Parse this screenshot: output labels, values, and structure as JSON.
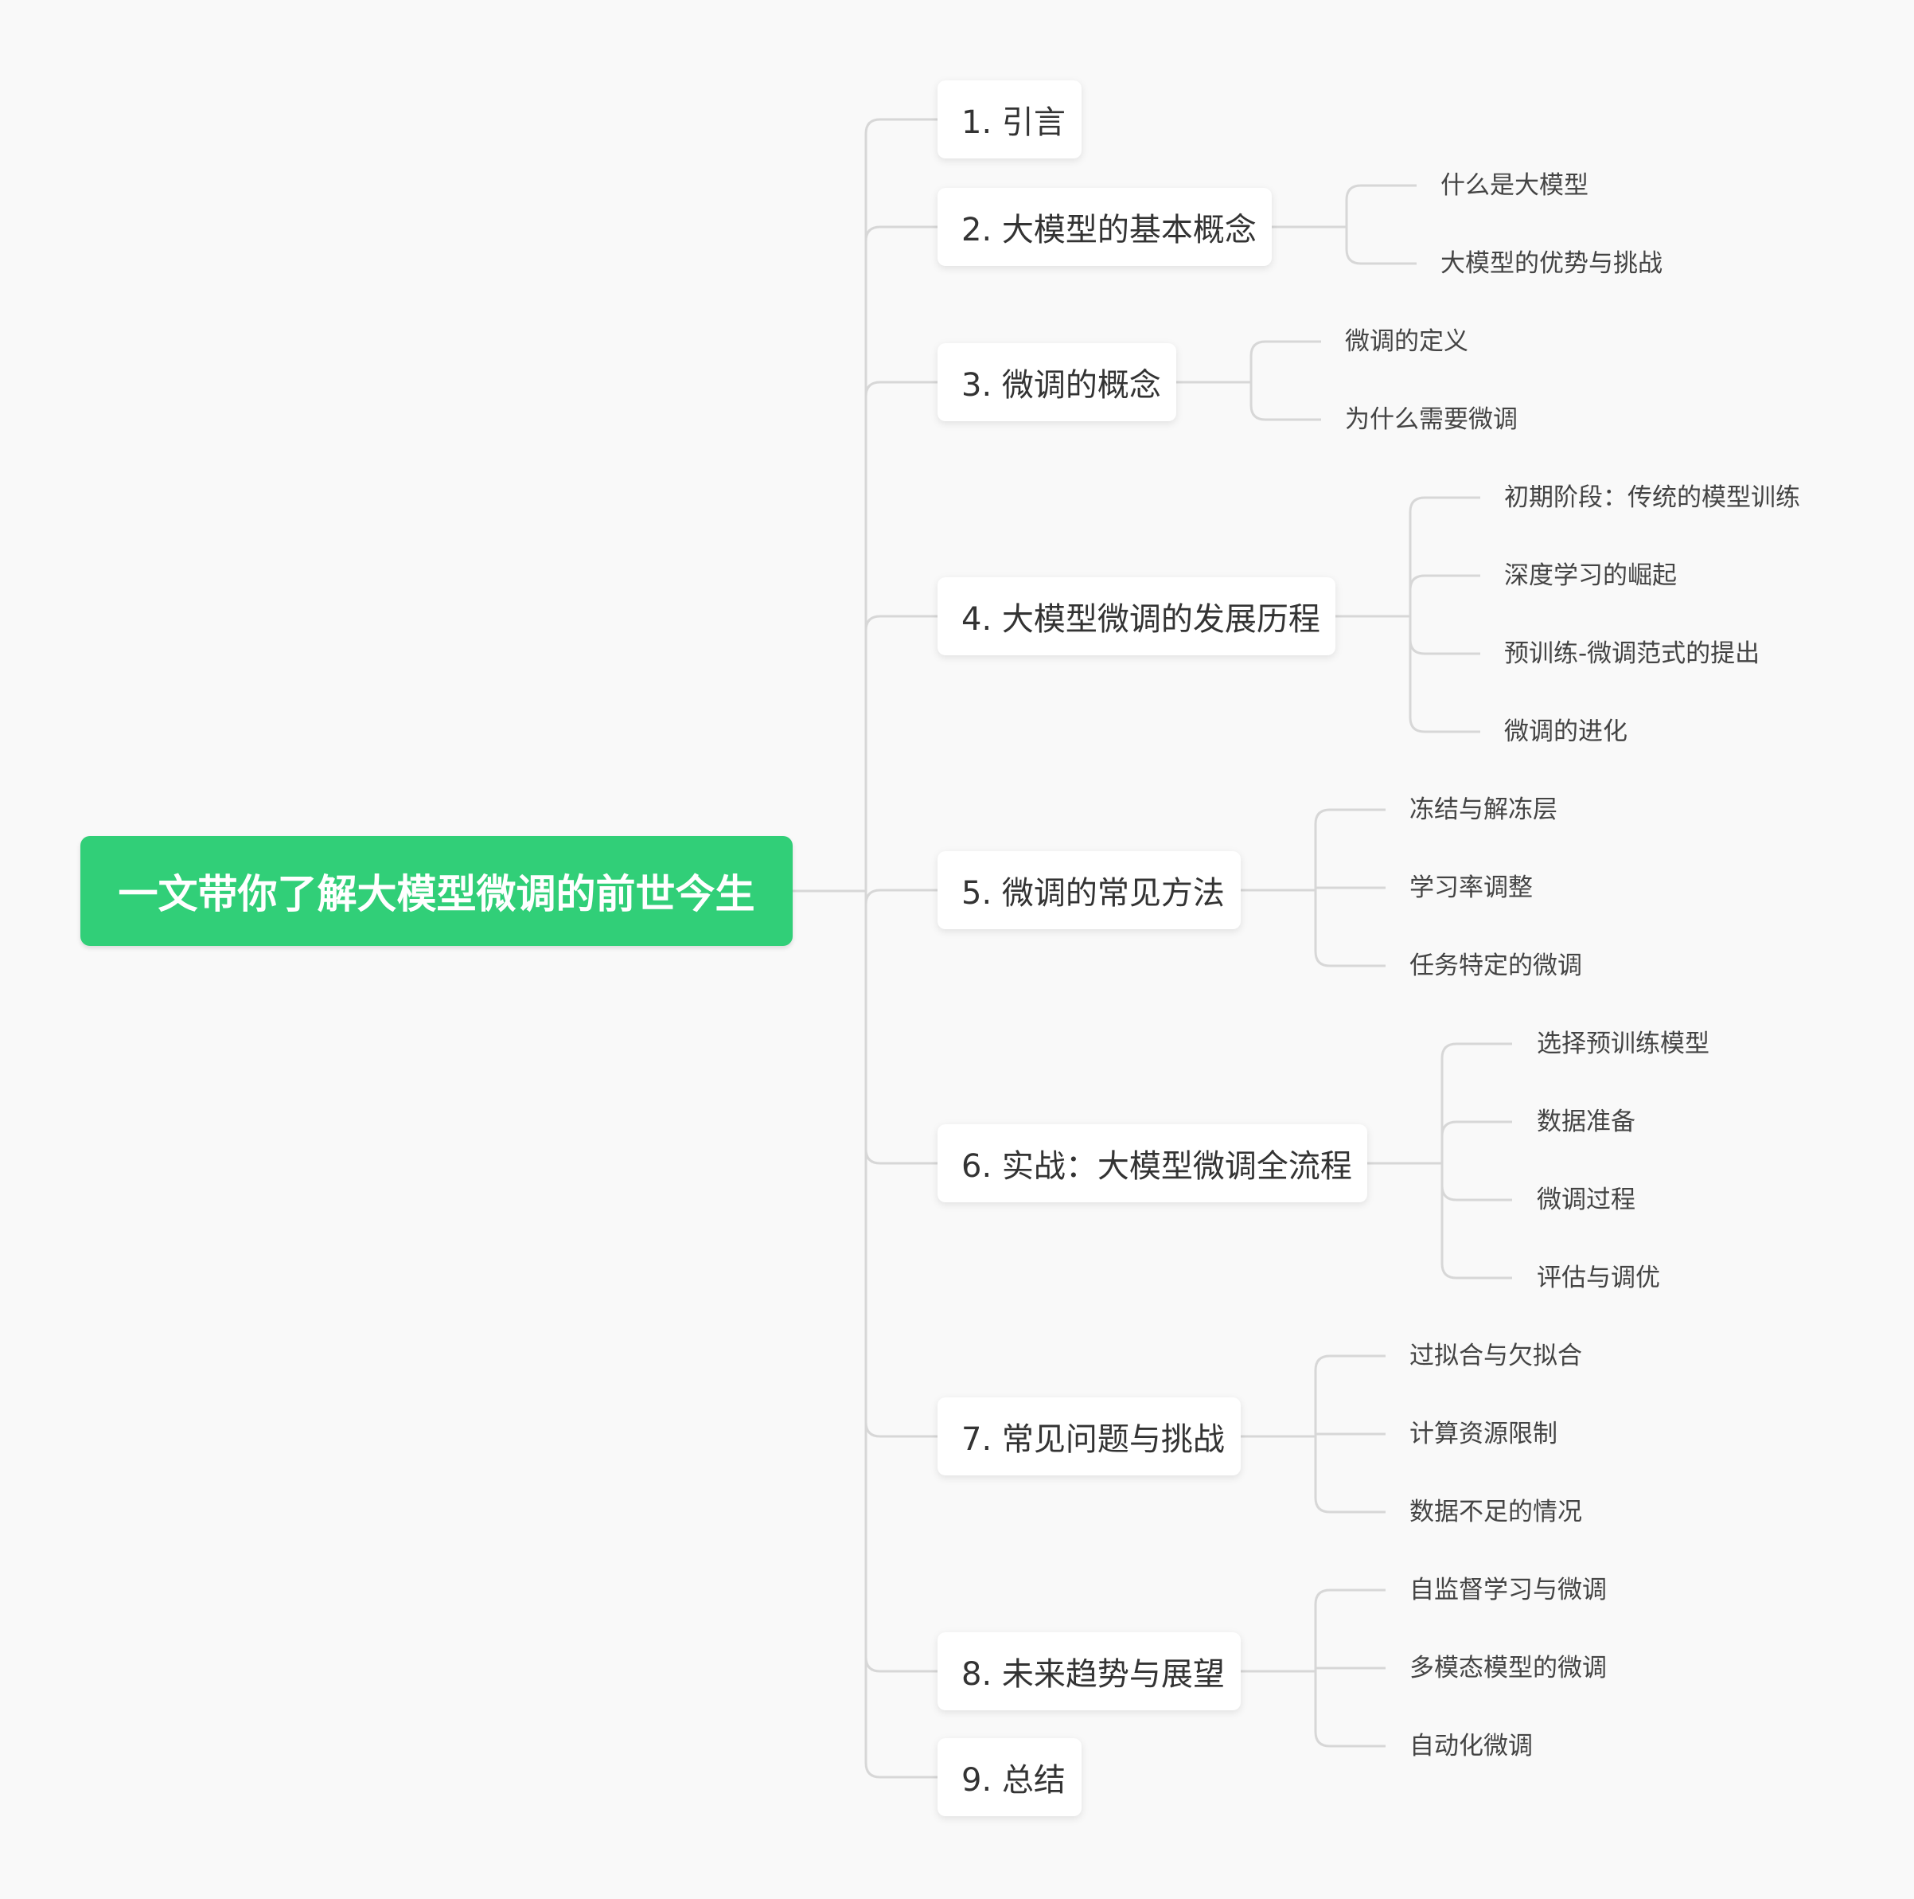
{
  "root": {
    "label": "一文带你了解大模型微调的前世今生"
  },
  "line_color": "#d7d7d7",
  "root_color": "#31cf78",
  "branches": [
    {
      "label": "1. 引言",
      "children": []
    },
    {
      "label": "2. 大模型的基本概念",
      "children": [
        "什么是大模型",
        "大模型的优势与挑战"
      ]
    },
    {
      "label": "3. 微调的概念",
      "children": [
        "微调的定义",
        "为什么需要微调"
      ]
    },
    {
      "label": "4. 大模型微调的发展历程",
      "children": [
        "初期阶段：传统的模型训练",
        "深度学习的崛起",
        "预训练-微调范式的提出",
        "微调的进化"
      ]
    },
    {
      "label": "5. 微调的常见方法",
      "children": [
        "冻结与解冻层",
        "学习率调整",
        "任务特定的微调"
      ]
    },
    {
      "label": "6. 实战：大模型微调全流程",
      "children": [
        "选择预训练模型",
        "数据准备",
        "微调过程",
        "评估与调优"
      ]
    },
    {
      "label": "7. 常见问题与挑战",
      "children": [
        "过拟合与欠拟合",
        "计算资源限制",
        "数据不足的情况"
      ]
    },
    {
      "label": "8. 未来趋势与展望",
      "children": [
        "自监督学习与微调",
        "多模态模型的微调",
        "自动化微调"
      ]
    },
    {
      "label": "9. 总结",
      "children": []
    }
  ]
}
